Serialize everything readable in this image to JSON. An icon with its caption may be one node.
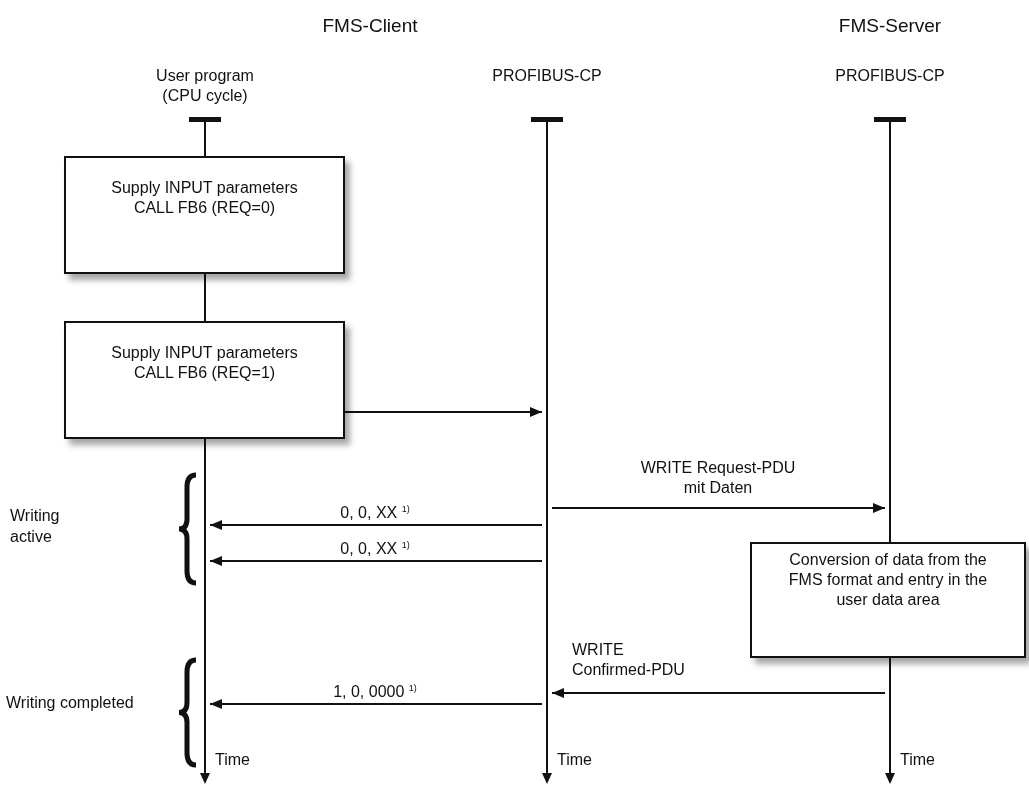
{
  "diagram": {
    "nodes": [
      {
        "text": [],
        "shape": "line",
        "beside": [
          "Time"
        ]
      },
      {
        "text": [],
        "shape": "line",
        "beside": [
          "PROFIBUS-CP",
          "Time"
        ]
      },
      {
        "text": [],
        "shape": "line",
        "beside": [
          "PROFIBUS-CP"
        ]
      },
      {
        "text": [],
        "shape": "line",
        "beside": [
          "Time"
        ]
      },
      {
        "text": [
          "Supply INPUT parameters CALL FB6 (REQ=0)"
        ]
      },
      {
        "text": [
          "Supply INPUT parameters CALL FB6 (REQ=1)"
        ]
      },
      {
        "text": [
          "Conversion of data from the FMS format and entry in the user data area"
        ]
      }
    ],
    "edges": [
      {
        "from": 5,
        "to": 1,
        "arrow": "to"
      },
      {
        "from": 1,
        "to": 2,
        "arrow": "to",
        "label": "WRITE Request-PDU mit Daten"
      },
      {
        "from": 1,
        "to": 0,
        "arrow": "to",
        "label": "0, 0, XX $^{1)}$"
      },
      {
        "from": 1,
        "to": 0,
        "arrow": "to",
        "label": "0, 0, XX $^{1)}$"
      },
      {
        "from": 3,
        "to": 1,
        "arrow": "to",
        "label": "WRITE Confirmed-PDU"
      },
      {
        "from": 1,
        "to": 0,
        "arrow": "to",
        "label": "1, 0, 0000 $^{1)}$"
      },
      {
        "from": 4,
        "to": 5,
        "arrow": "none"
      }
    ],
    "labels": [
      "FMS-Client",
      "FMS-Server",
      "User program (CPU cycle)",
      "Writing active",
      "Writing completed"
    ]
  }
}
